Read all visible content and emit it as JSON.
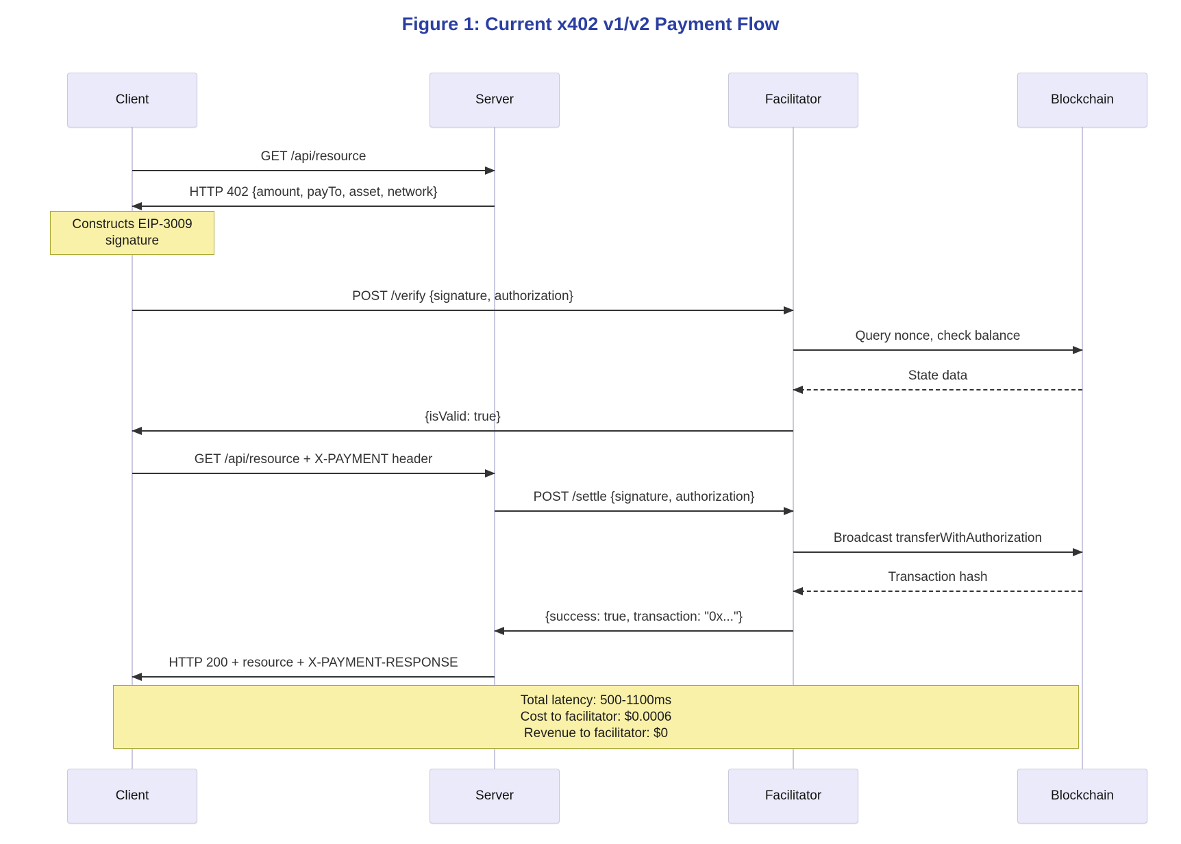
{
  "title": "Figure 1: Current x402 v1/v2 Payment Flow",
  "actors": [
    {
      "id": "client",
      "label": "Client"
    },
    {
      "id": "server",
      "label": "Server"
    },
    {
      "id": "facilitator",
      "label": "Facilitator"
    },
    {
      "id": "blockchain",
      "label": "Blockchain"
    }
  ],
  "events": [
    {
      "type": "message",
      "from": "client",
      "to": "server",
      "line": "solid",
      "label": "GET /api/resource"
    },
    {
      "type": "message",
      "from": "server",
      "to": "client",
      "line": "solid",
      "label": "HTTP 402 {amount, payTo, asset, network}"
    },
    {
      "type": "note",
      "over": [
        "client"
      ],
      "lines": [
        "Constructs EIP-3009 signature"
      ]
    },
    {
      "type": "message",
      "from": "client",
      "to": "facilitator",
      "line": "solid",
      "label": "POST /verify {signature, authorization}"
    },
    {
      "type": "message",
      "from": "facilitator",
      "to": "blockchain",
      "line": "solid",
      "label": "Query nonce, check balance"
    },
    {
      "type": "message",
      "from": "blockchain",
      "to": "facilitator",
      "line": "dashed",
      "label": "State data"
    },
    {
      "type": "message",
      "from": "facilitator",
      "to": "client",
      "line": "solid",
      "label": "{isValid: true}"
    },
    {
      "type": "message",
      "from": "client",
      "to": "server",
      "line": "solid",
      "label": "GET /api/resource + X-PAYMENT header"
    },
    {
      "type": "message",
      "from": "server",
      "to": "facilitator",
      "line": "solid",
      "label": "POST /settle {signature, authorization}"
    },
    {
      "type": "message",
      "from": "facilitator",
      "to": "blockchain",
      "line": "solid",
      "label": "Broadcast transferWithAuthorization"
    },
    {
      "type": "message",
      "from": "blockchain",
      "to": "facilitator",
      "line": "dashed",
      "label": "Transaction hash"
    },
    {
      "type": "message",
      "from": "facilitator",
      "to": "server",
      "line": "solid",
      "label": "{success: true, transaction: \"0x...\"}"
    },
    {
      "type": "message",
      "from": "server",
      "to": "client",
      "line": "solid",
      "label": "HTTP 200 + resource + X-PAYMENT-RESPONSE"
    },
    {
      "type": "note",
      "over": [
        "client",
        "blockchain"
      ],
      "lines": [
        "Total latency: 500-1100ms",
        "Cost to facilitator: $0.0006",
        "Revenue to facilitator: $0"
      ]
    }
  ],
  "colors": {
    "titleColor": "#2b3fa2",
    "actorFill": "#eaeafb",
    "actorBorder": "#c9c9dd",
    "lifeline": "#c9c9e0",
    "noteFill": "#faf1a8",
    "noteBorder": "#aaaa33",
    "msgText": "#333333",
    "arrow": "#333333"
  }
}
